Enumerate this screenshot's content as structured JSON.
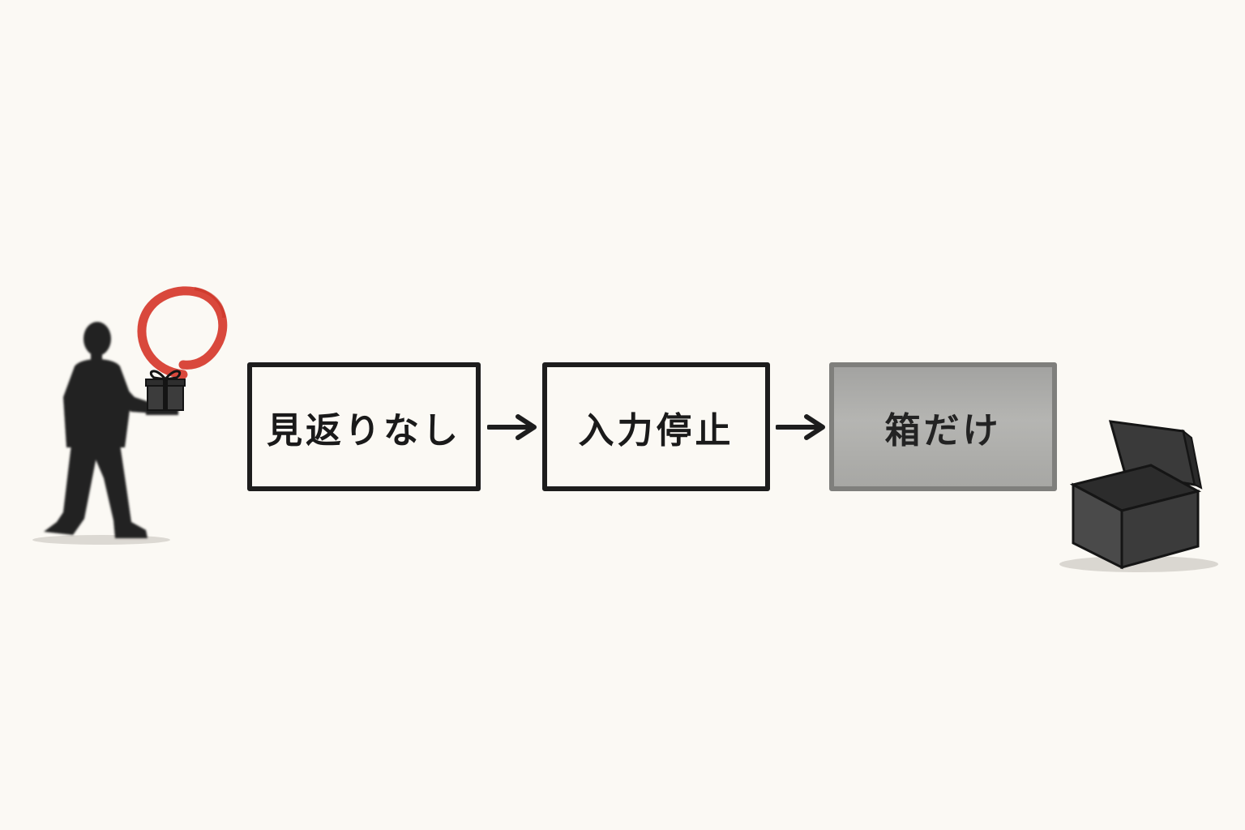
{
  "diagram": {
    "steps": [
      {
        "label": "見返りなし",
        "style": "outlined"
      },
      {
        "label": "入力停止",
        "style": "outlined"
      },
      {
        "label": "箱だけ",
        "style": "shaded"
      }
    ],
    "colors": {
      "ink": "#1d1d1d",
      "accent_red": "#d6382b",
      "shaded_box": "#a9a9a6",
      "background": "#fbf9f4"
    },
    "icons": {
      "start": "person-carrying-gift-icon",
      "halo": "red-enso-circle-icon",
      "end": "open-empty-box-icon",
      "connector": "arrow-right-icon"
    }
  }
}
